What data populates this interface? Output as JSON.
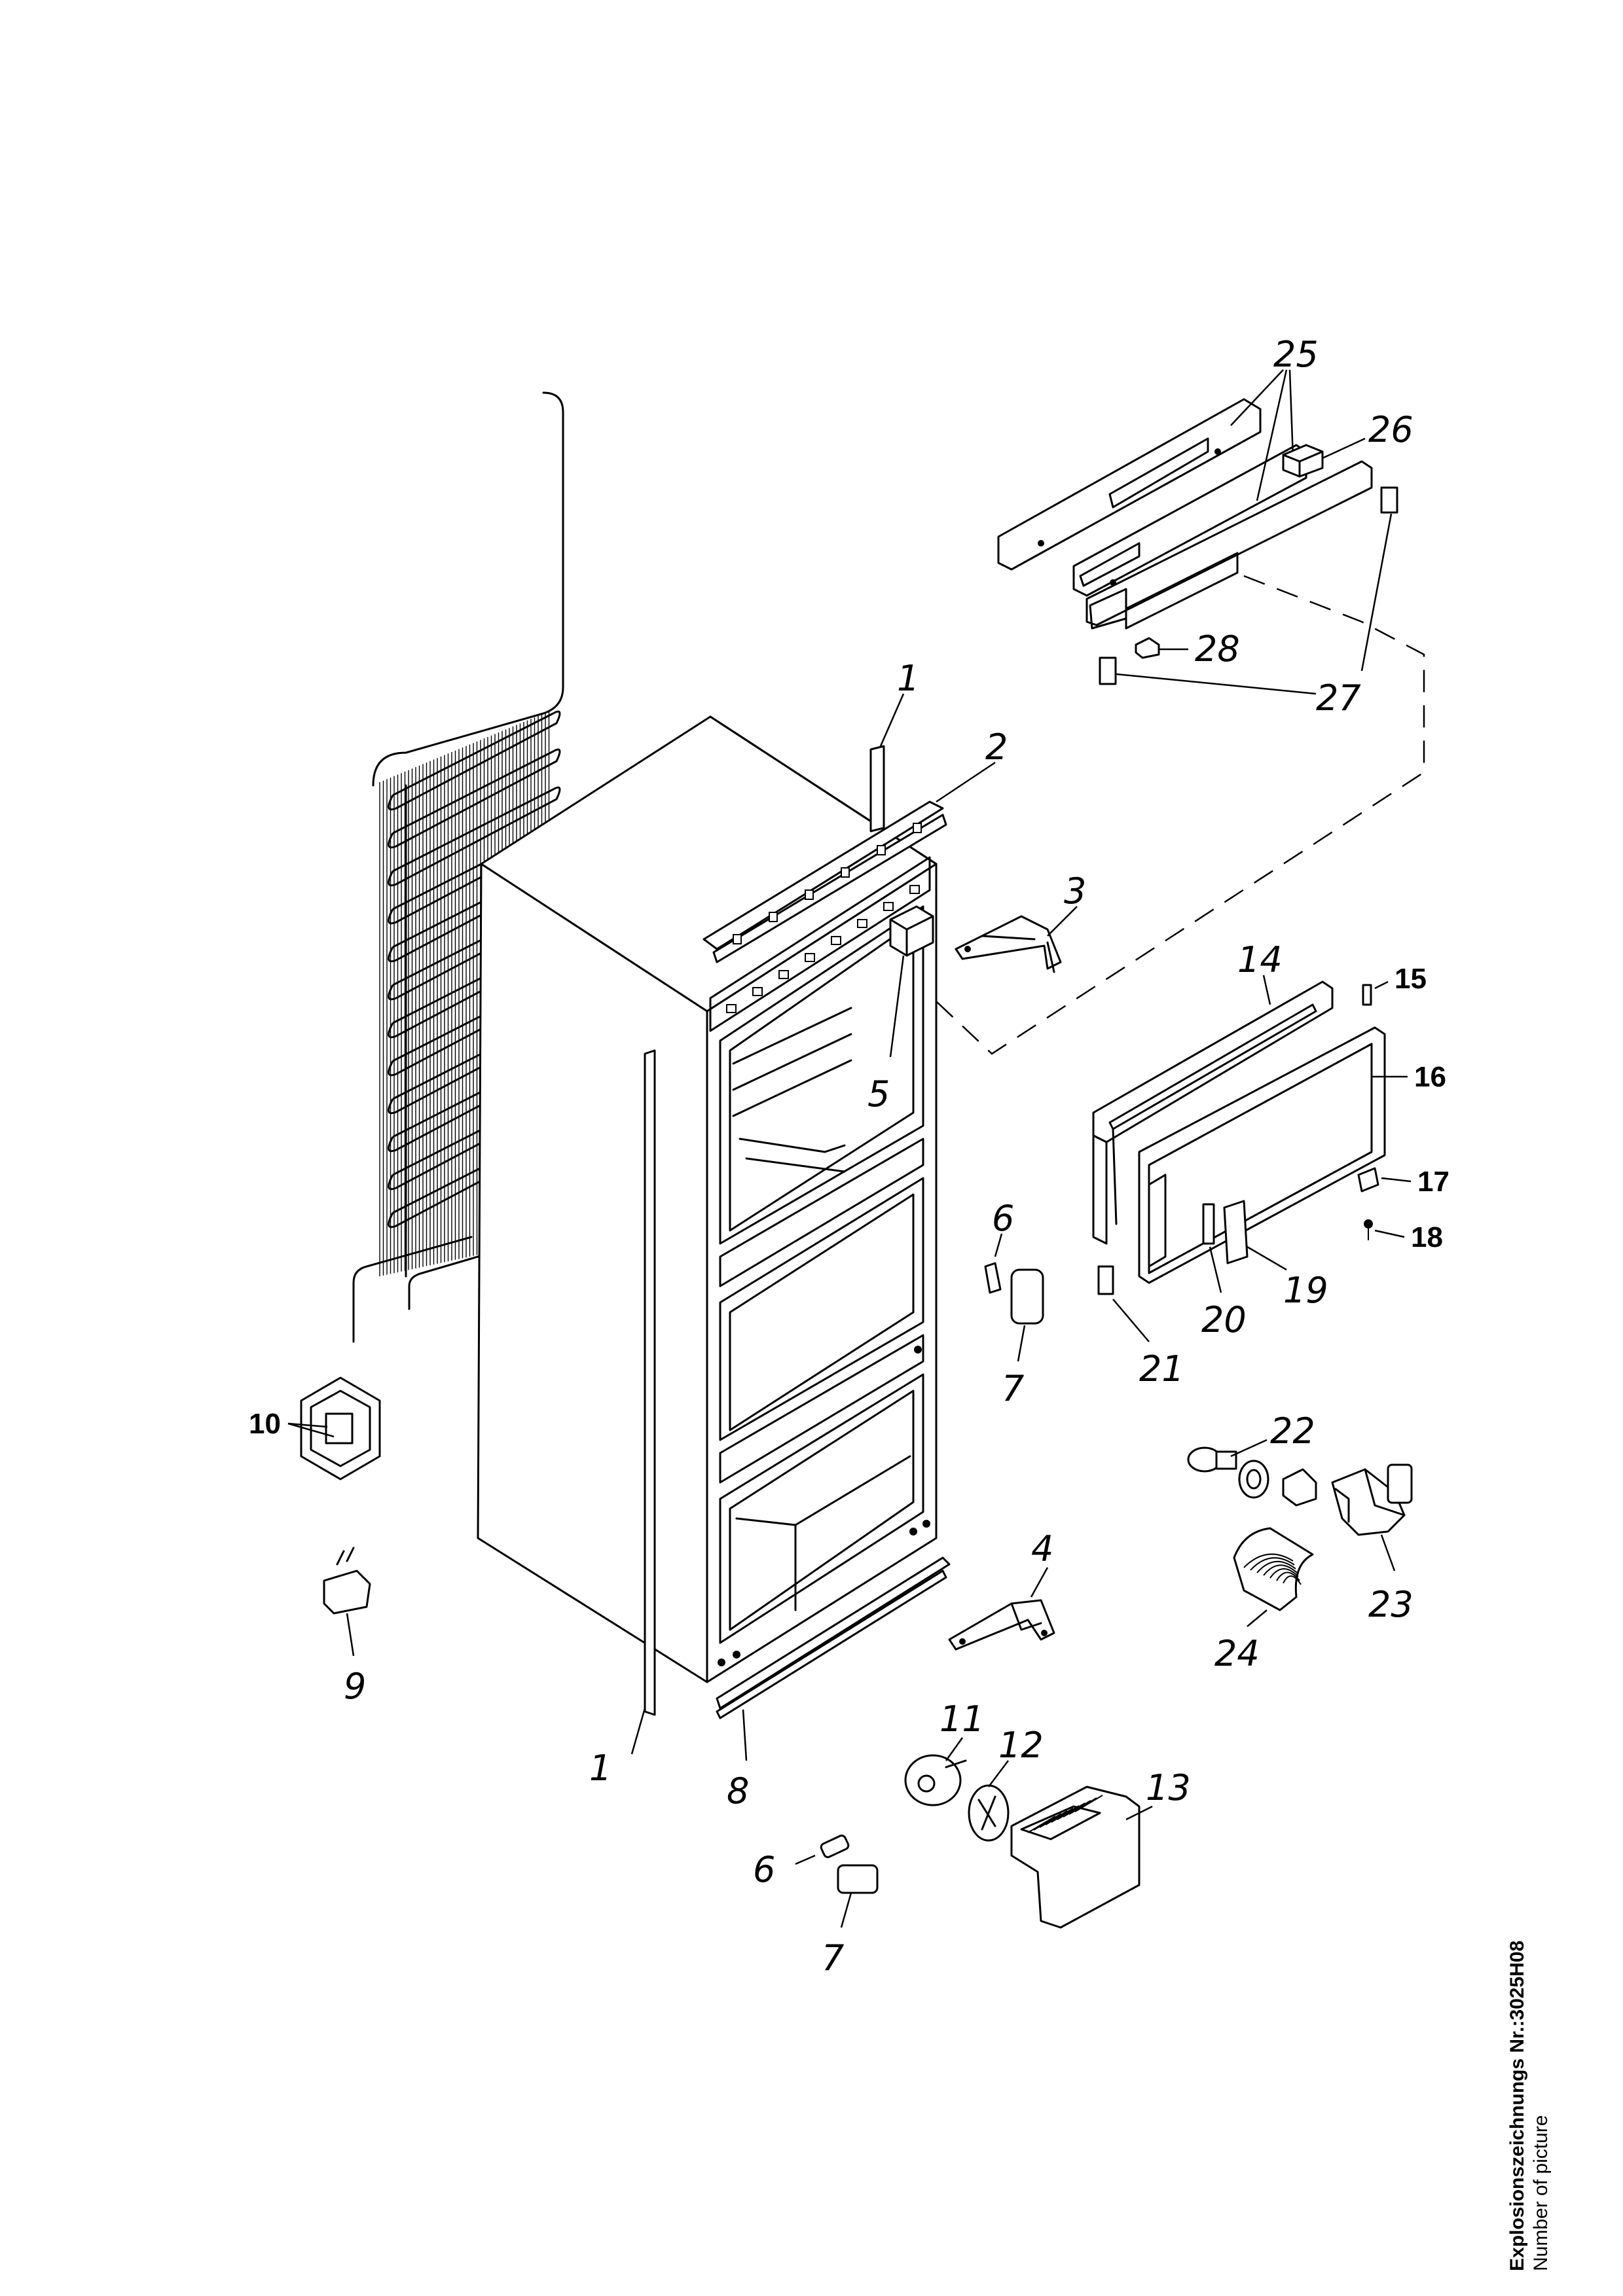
{
  "callouts": {
    "c1a": "1",
    "c1b": "1",
    "c2": "2",
    "c3": "3",
    "c4": "4",
    "c5": "5",
    "c6a": "6",
    "c6b": "6",
    "c7a": "7",
    "c7b": "7",
    "c8": "8",
    "c9": "9",
    "c10": "10",
    "c11": "11",
    "c12": "12",
    "c13": "13",
    "c14": "14",
    "c15": "15",
    "c16": "16",
    "c17": "17",
    "c18": "18",
    "c19": "19",
    "c20": "20",
    "c21": "21",
    "c22": "22",
    "c23": "23",
    "c24": "24",
    "c25": "25",
    "c26": "26",
    "c27": "27",
    "c28": "28"
  },
  "caption": {
    "line1": "Explosionszeichnungs Nr.:3025H08",
    "line2": "Number of picture"
  }
}
